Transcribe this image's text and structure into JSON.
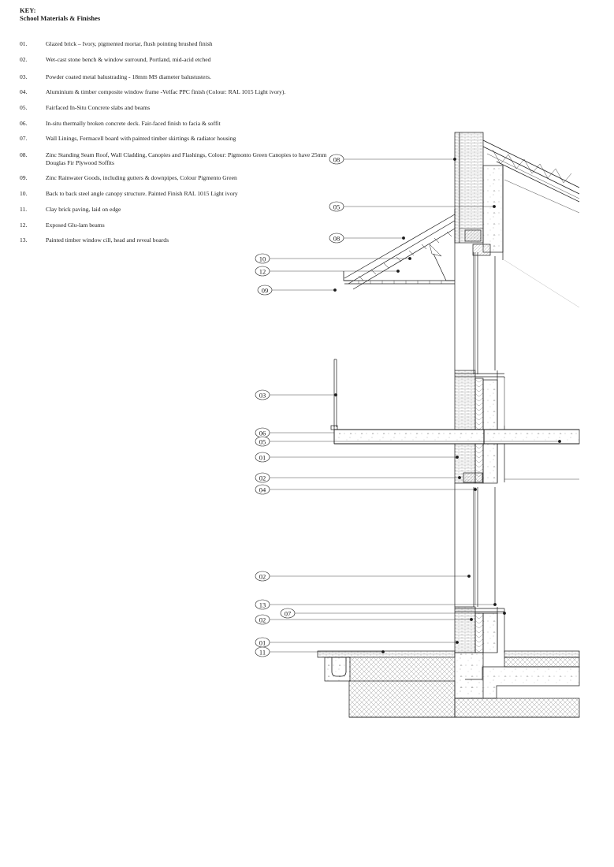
{
  "key": {
    "heading": "KEY:",
    "subheading": "School Materials & Finishes",
    "items": [
      {
        "num": "01.",
        "text": "Glazed brick – Ivory, pigmented mortar, flush pointing brushed finish"
      },
      {
        "num": "02.",
        "text": "Wet-cast stone bench & window surround, Portland, mid-acid etched"
      },
      {
        "num": "03.",
        "text": "Powder coated metal balustrading - 18mm MS diameter balustusters."
      },
      {
        "num": "04.",
        "text": "Aluminium & timber composite window frame -Velfac PPC finish (Colour: RAL 1015 Light ivory)."
      },
      {
        "num": "05.",
        "text": "Fairfaced In-Situ Concrete slabs and beams"
      },
      {
        "num": "06.",
        "text": "In-situ thermally broken concrete deck. Fair-faced finish to facia & soffit"
      },
      {
        "num": "07.",
        "text": "Wall Linings, Fermacell board with painted timber skirtings & radiator housing"
      },
      {
        "num": "08.",
        "text": "Zinc Standing Seam Roof, Wall Cladding, Canopies and Flashings, Colour: Pigmonto Green Canopies to have 25mm Douglas Fir Plywood Soffits"
      },
      {
        "num": "09.",
        "text": "Zinc Rainwater Goods, including gutters & downpipes, Colour Pigmento Green"
      },
      {
        "num": "10.",
        "text": "Back to back steel angle canopy structure. Painted Finish RAL 1015 Light ivory"
      },
      {
        "num": "11.",
        "text": "Clay brick paving, laid on edge"
      },
      {
        "num": "12.",
        "text": "Exposed Glu-lam beams"
      },
      {
        "num": "13.",
        "text": "Painted timber window cill, head and reveal boards"
      }
    ]
  },
  "callouts": [
    "08",
    "05",
    "08",
    "10",
    "12",
    "09",
    "03",
    "06",
    "05",
    "01",
    "02",
    "04",
    "02",
    "13",
    "07",
    "02",
    "01",
    "11"
  ],
  "colors": {
    "ink": "#1a1a1a",
    "hatch": "#8a8a8a",
    "paper": "#ffffff"
  }
}
